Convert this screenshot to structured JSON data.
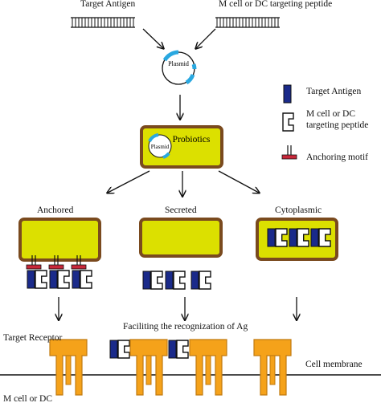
{
  "labels": {
    "target_antigen_top": "Target Antigen",
    "targeting_peptide_top": "M cell or DC targeting peptide",
    "plasmid": "Plasmid",
    "probiotics": "Probiotics",
    "plasmid_inner": "Plasmid",
    "anchored": "Anchored",
    "secreted": "Secreted",
    "cytoplasmic": "Cytoplasmic",
    "facilitating": "Faciliting the recognization of Ag",
    "target_receptor": "Target Receptor",
    "cell_membrane": "Cell membrane",
    "m_cell_dc": "M cell or DC"
  },
  "legend": [
    {
      "key": "target-antigen",
      "label_lines": [
        "Target Antigen"
      ]
    },
    {
      "key": "targeting-peptide",
      "label_lines": [
        "M cell or DC",
        "targeting peptide"
      ]
    },
    {
      "key": "anchoring-motif",
      "label_lines": [
        "Anchoring motif"
      ]
    }
  ],
  "colors": {
    "antigen_blue": "#1a2a8a",
    "plasmid_cyan": "#2aa8e0",
    "cell_yellow": "#dce000",
    "cell_border": "#7a4a1e",
    "anchor_red": "#c8283a",
    "receptor_orange": "#f5a21a",
    "receptor_border": "#c07a10"
  }
}
